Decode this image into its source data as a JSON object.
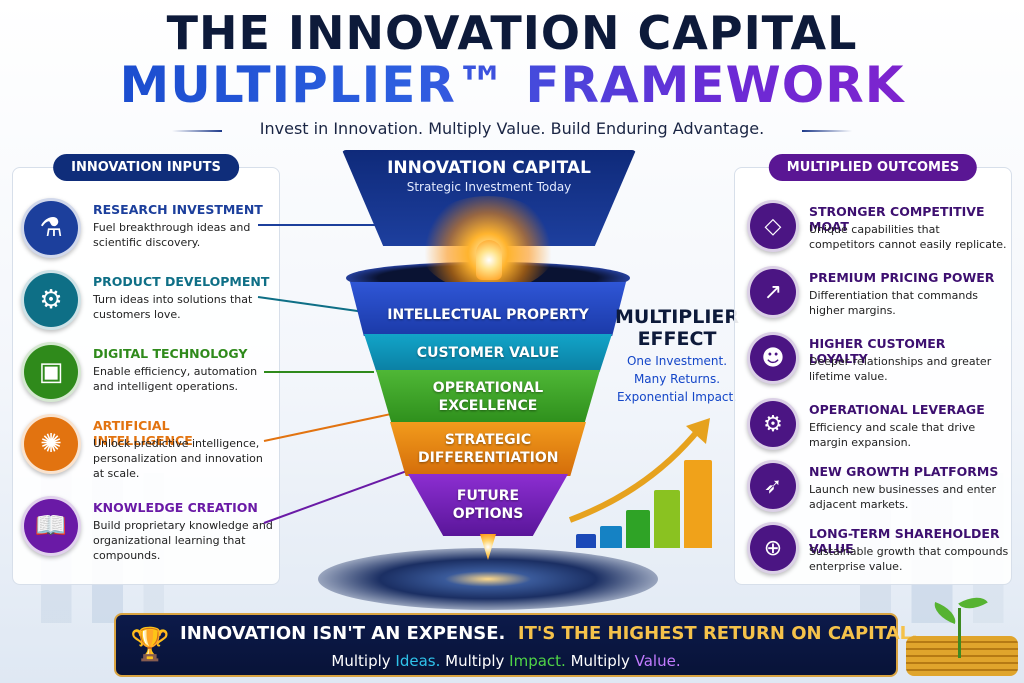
{
  "header": {
    "title_line1": "THE INNOVATION CAPITAL",
    "title_line2": "MULTIPLIER™ FRAMEWORK",
    "tagline": "Invest in Innovation. Multiply Value. Build Enduring Advantage."
  },
  "inputs": {
    "title": "INNOVATION INPUTS",
    "items": [
      {
        "heading": "RESEARCH INVESTMENT",
        "desc": "Fuel breakthrough ideas and scientific discovery.",
        "icon": "flask-icon",
        "color": "#1c3f9c"
      },
      {
        "heading": "PRODUCT DEVELOPMENT",
        "desc": "Turn ideas into solutions that customers love.",
        "icon": "gear-code-icon",
        "color": "#0e6f86"
      },
      {
        "heading": "DIGITAL TECHNOLOGY",
        "desc": "Enable efficiency, automation and intelligent operations.",
        "icon": "chip-icon",
        "color": "#2f8a1b"
      },
      {
        "heading": "ARTIFICIAL INTELLIGENCE",
        "desc": "Unlock predictive intelligence, personalization and innovation at scale.",
        "icon": "brain-icon",
        "color": "#e27310"
      },
      {
        "heading": "KNOWLEDGE CREATION",
        "desc": "Build proprietary knowledge and organizational learning that compounds.",
        "icon": "book-icon",
        "color": "#6a1aa6"
      }
    ]
  },
  "funnel": {
    "top_title": "INNOVATION CAPITAL",
    "top_sub": "Strategic Investment Today",
    "layers": [
      "INTELLECTUAL PROPERTY",
      "CUSTOMER VALUE",
      "OPERATIONAL EXCELLENCE",
      "STRATEGIC DIFFERENTIATION",
      "FUTURE OPTIONS"
    ]
  },
  "multiplier": {
    "title": "MULTIPLIER EFFECT",
    "line1": "One Investment.",
    "line2": "Many Returns.",
    "line3": "Exponential Impact."
  },
  "outcomes": {
    "title": "MULTIPLIED OUTCOMES",
    "items": [
      {
        "heading": "STRONGER COMPETITIVE MOAT",
        "desc": "Unique capabilities that competitors cannot easily replicate.",
        "icon": "diamond-icon"
      },
      {
        "heading": "PREMIUM PRICING POWER",
        "desc": "Differentiation that commands higher margins.",
        "icon": "growth-chart-icon"
      },
      {
        "heading": "HIGHER CUSTOMER LOYALTY",
        "desc": "Deeper relationships and greater lifetime value.",
        "icon": "people-icon"
      },
      {
        "heading": "OPERATIONAL LEVERAGE",
        "desc": "Efficiency and scale that drive margin expansion.",
        "icon": "gears-icon"
      },
      {
        "heading": "NEW GROWTH PLATFORMS",
        "desc": "Launch new businesses and enter adjacent markets.",
        "icon": "rocket-icon"
      },
      {
        "heading": "LONG-TERM SHAREHOLDER VALUE",
        "desc": "Sustainable growth that compounds enterprise value.",
        "icon": "globe-icon"
      }
    ]
  },
  "banner": {
    "part1": "INNOVATION ISN'T AN EXPENSE.",
    "part2": "IT'S THE HIGHEST RETURN ON CAPITAL.",
    "multiply": "Multiply",
    "w1": "Ideas.",
    "w2": "Impact.",
    "w3": "Value."
  }
}
